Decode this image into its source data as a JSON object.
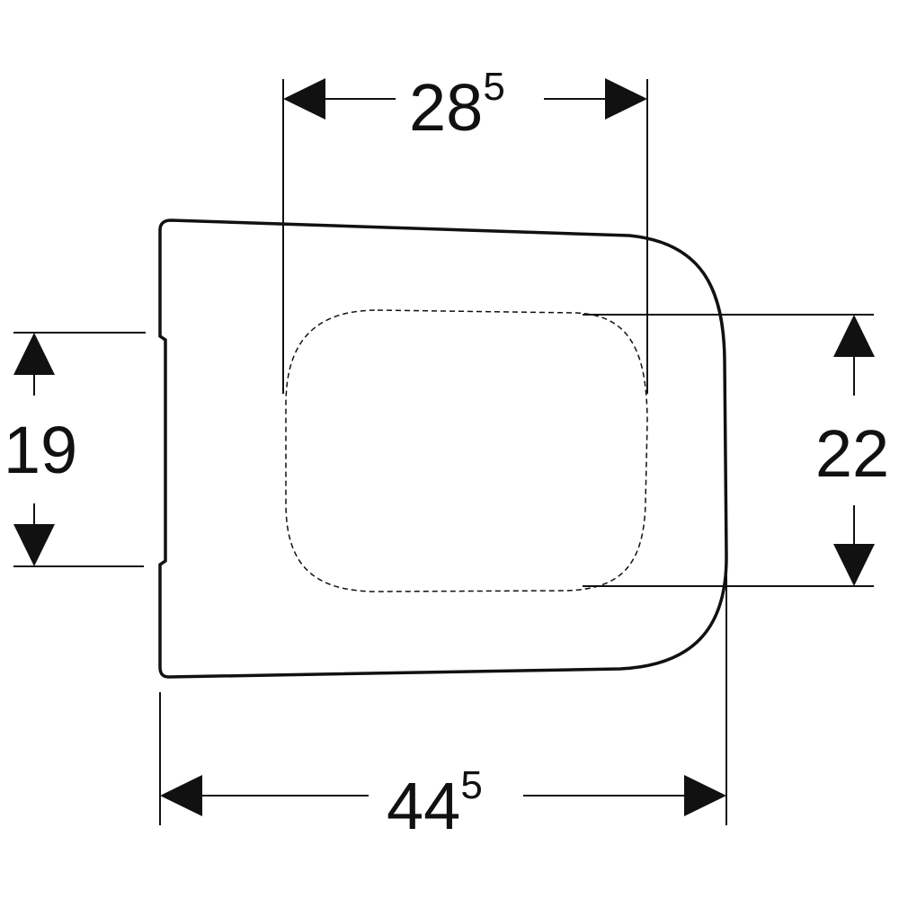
{
  "dimensions": {
    "top": {
      "main": "28",
      "sup": "5"
    },
    "bottom": {
      "main": "44",
      "sup": "5"
    },
    "left": {
      "main": "19"
    },
    "right": {
      "main": "22"
    }
  },
  "colors": {
    "line": "#111111",
    "background": "#ffffff"
  }
}
